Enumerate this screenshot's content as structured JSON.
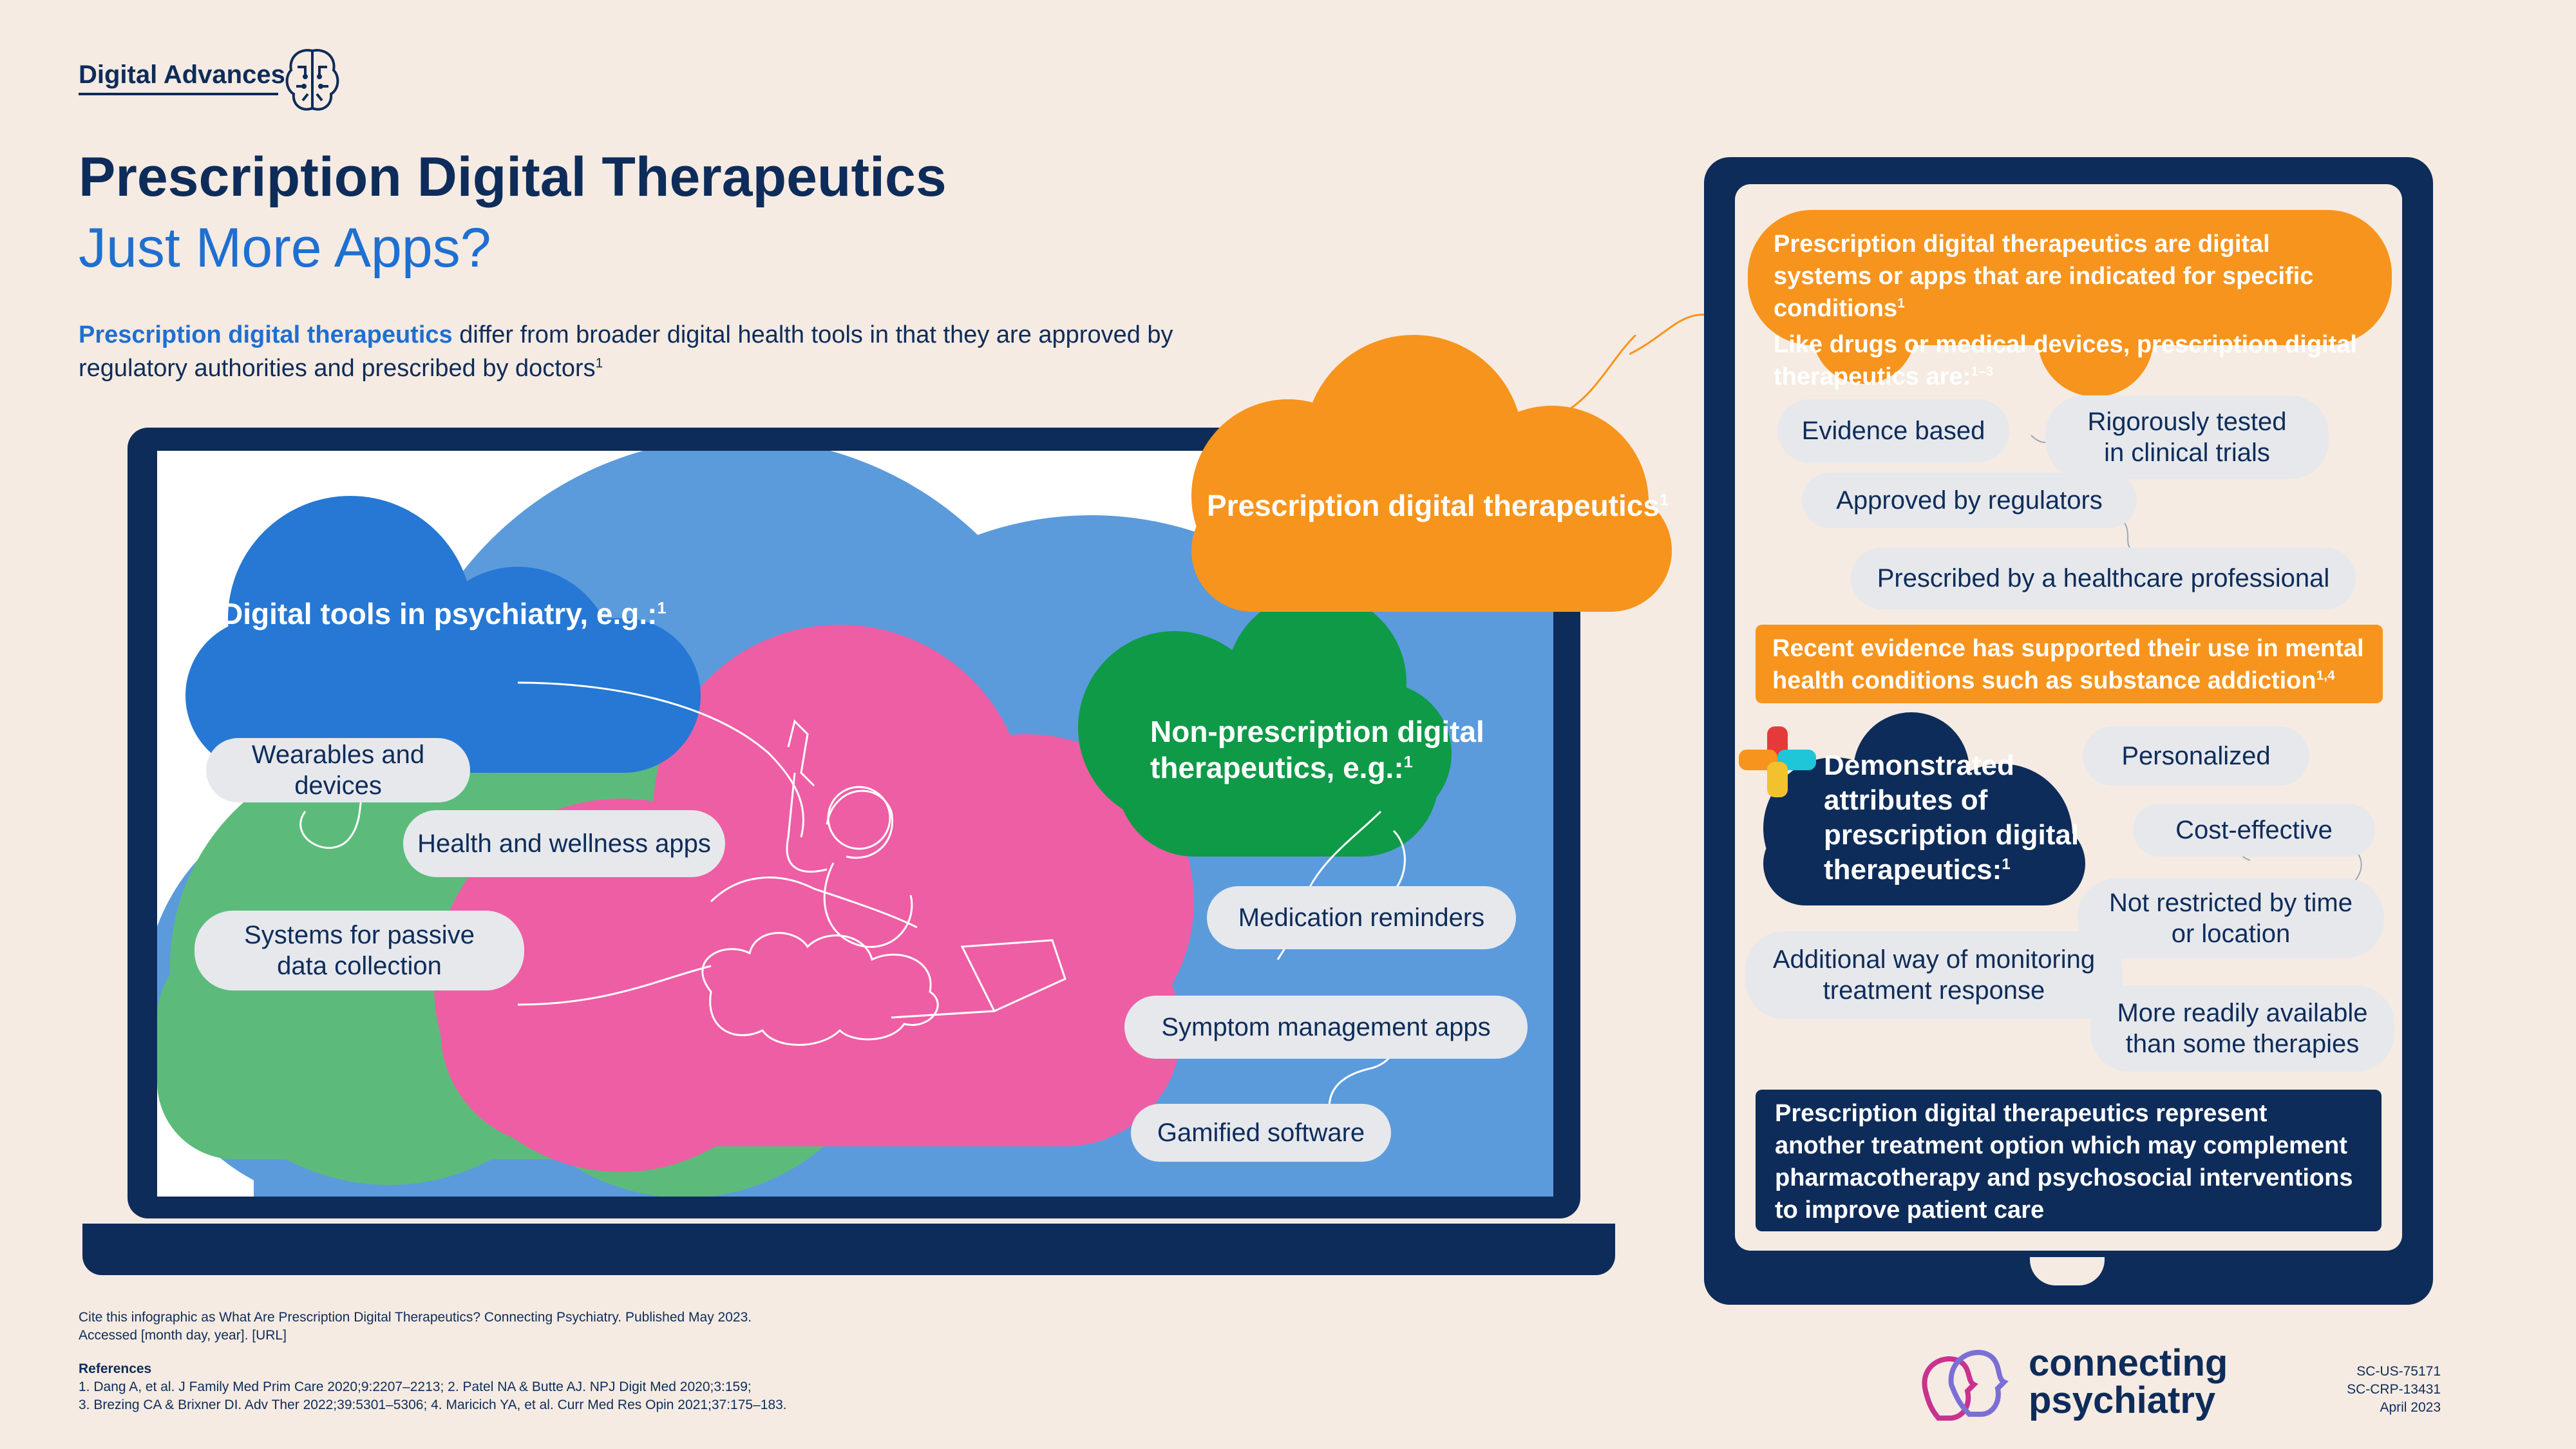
{
  "header": {
    "brand": "Digital Advances",
    "title": "Prescription Digital Therapeutics",
    "subtitle": "Just More Apps?",
    "intro_highlight": "Prescription digital therapeutics",
    "intro_rest": " differ from broader digital health tools in that they are approved by regulatory authorities and prescribed by doctors",
    "intro_ref": "1"
  },
  "laptop": {
    "blue_cloud_label": "Digital tools in psychiatry, e.g.:",
    "blue_cloud_ref": "1",
    "orange_cloud_label": "Prescription digital therapeutics",
    "orange_cloud_ref": "1",
    "green_cloud_label_1": "Non-prescription digital",
    "green_cloud_label_2": "therapeutics, e.g.:",
    "green_cloud_ref": "1",
    "pill_wearables": "Wearables and devices",
    "pill_health_apps": "Health and wellness apps",
    "pill_passive_1": "Systems for passive",
    "pill_passive_2": "data collection",
    "pill_medication": "Medication reminders",
    "pill_symptom": "Symptom management apps",
    "pill_gamified": "Gamified software"
  },
  "tablet": {
    "definition_1": "Prescription digital therapeutics are digital systems or apps that are indicated for specific conditions",
    "definition_1_ref": "1",
    "definition_2": "Like drugs or medical devices, prescription digital therapeutics are:",
    "definition_2_ref": "1–3",
    "pill_evidence": "Evidence based",
    "pill_tested_1": "Rigorously tested",
    "pill_tested_2": "in clinical trials",
    "pill_approved": "Approved by regulators",
    "pill_prescribed": "Prescribed by a healthcare professional",
    "evidence_box": "Recent evidence has supported their use in mental health conditions such as substance addiction",
    "evidence_ref": "1,4",
    "attributes_title": "Demonstrated attributes of prescription digital therapeutics:",
    "attributes_ref": "1",
    "attr_personalized": "Personalized",
    "attr_cost": "Cost-effective",
    "attr_not_restricted_1": "Not restricted by time",
    "attr_not_restricted_2": "or location",
    "attr_monitoring_1": "Additional way of monitoring",
    "attr_monitoring_2": "treatment response",
    "attr_available_1": "More readily available",
    "attr_available_2": "than some therapies",
    "conclusion": "Prescription digital therapeutics represent another treatment option which may complement pharmacotherapy and psychosocial interventions to improve patient care"
  },
  "footer": {
    "cite_1": "Cite this infographic as What Are Prescription Digital Therapeutics? Connecting Psychiatry. Published May 2023.",
    "cite_2": "Accessed [month day, year]. [URL]",
    "references_title": "References",
    "ref_line_1": "1. Dang A, et al. J Family Med Prim Care 2020;9:2207–2213; 2. Patel NA & Butte AJ. NPJ Digit Med 2020;3:159;",
    "ref_line_2": "3. Brezing CA & Brixner DI. Adv Ther 2022;39:5301–5306; 4. Maricich YA, et al. Curr Med Res Opin 2021;37:175–183.",
    "logo_line_1": "connecting",
    "logo_line_2": "psychiatry",
    "code_1": "SC-US-75171",
    "code_2": "SC-CRP-13431",
    "code_3": "April 2023"
  },
  "colors": {
    "navy": "#0e2c5a",
    "bright_blue": "#1f6fd1",
    "light_blue": "#5b9bdc",
    "green": "#5cbb7a",
    "dark_green": "#0f9a48",
    "pink": "#ee5ea4",
    "orange": "#f7941d",
    "background": "#f5ebe2"
  }
}
